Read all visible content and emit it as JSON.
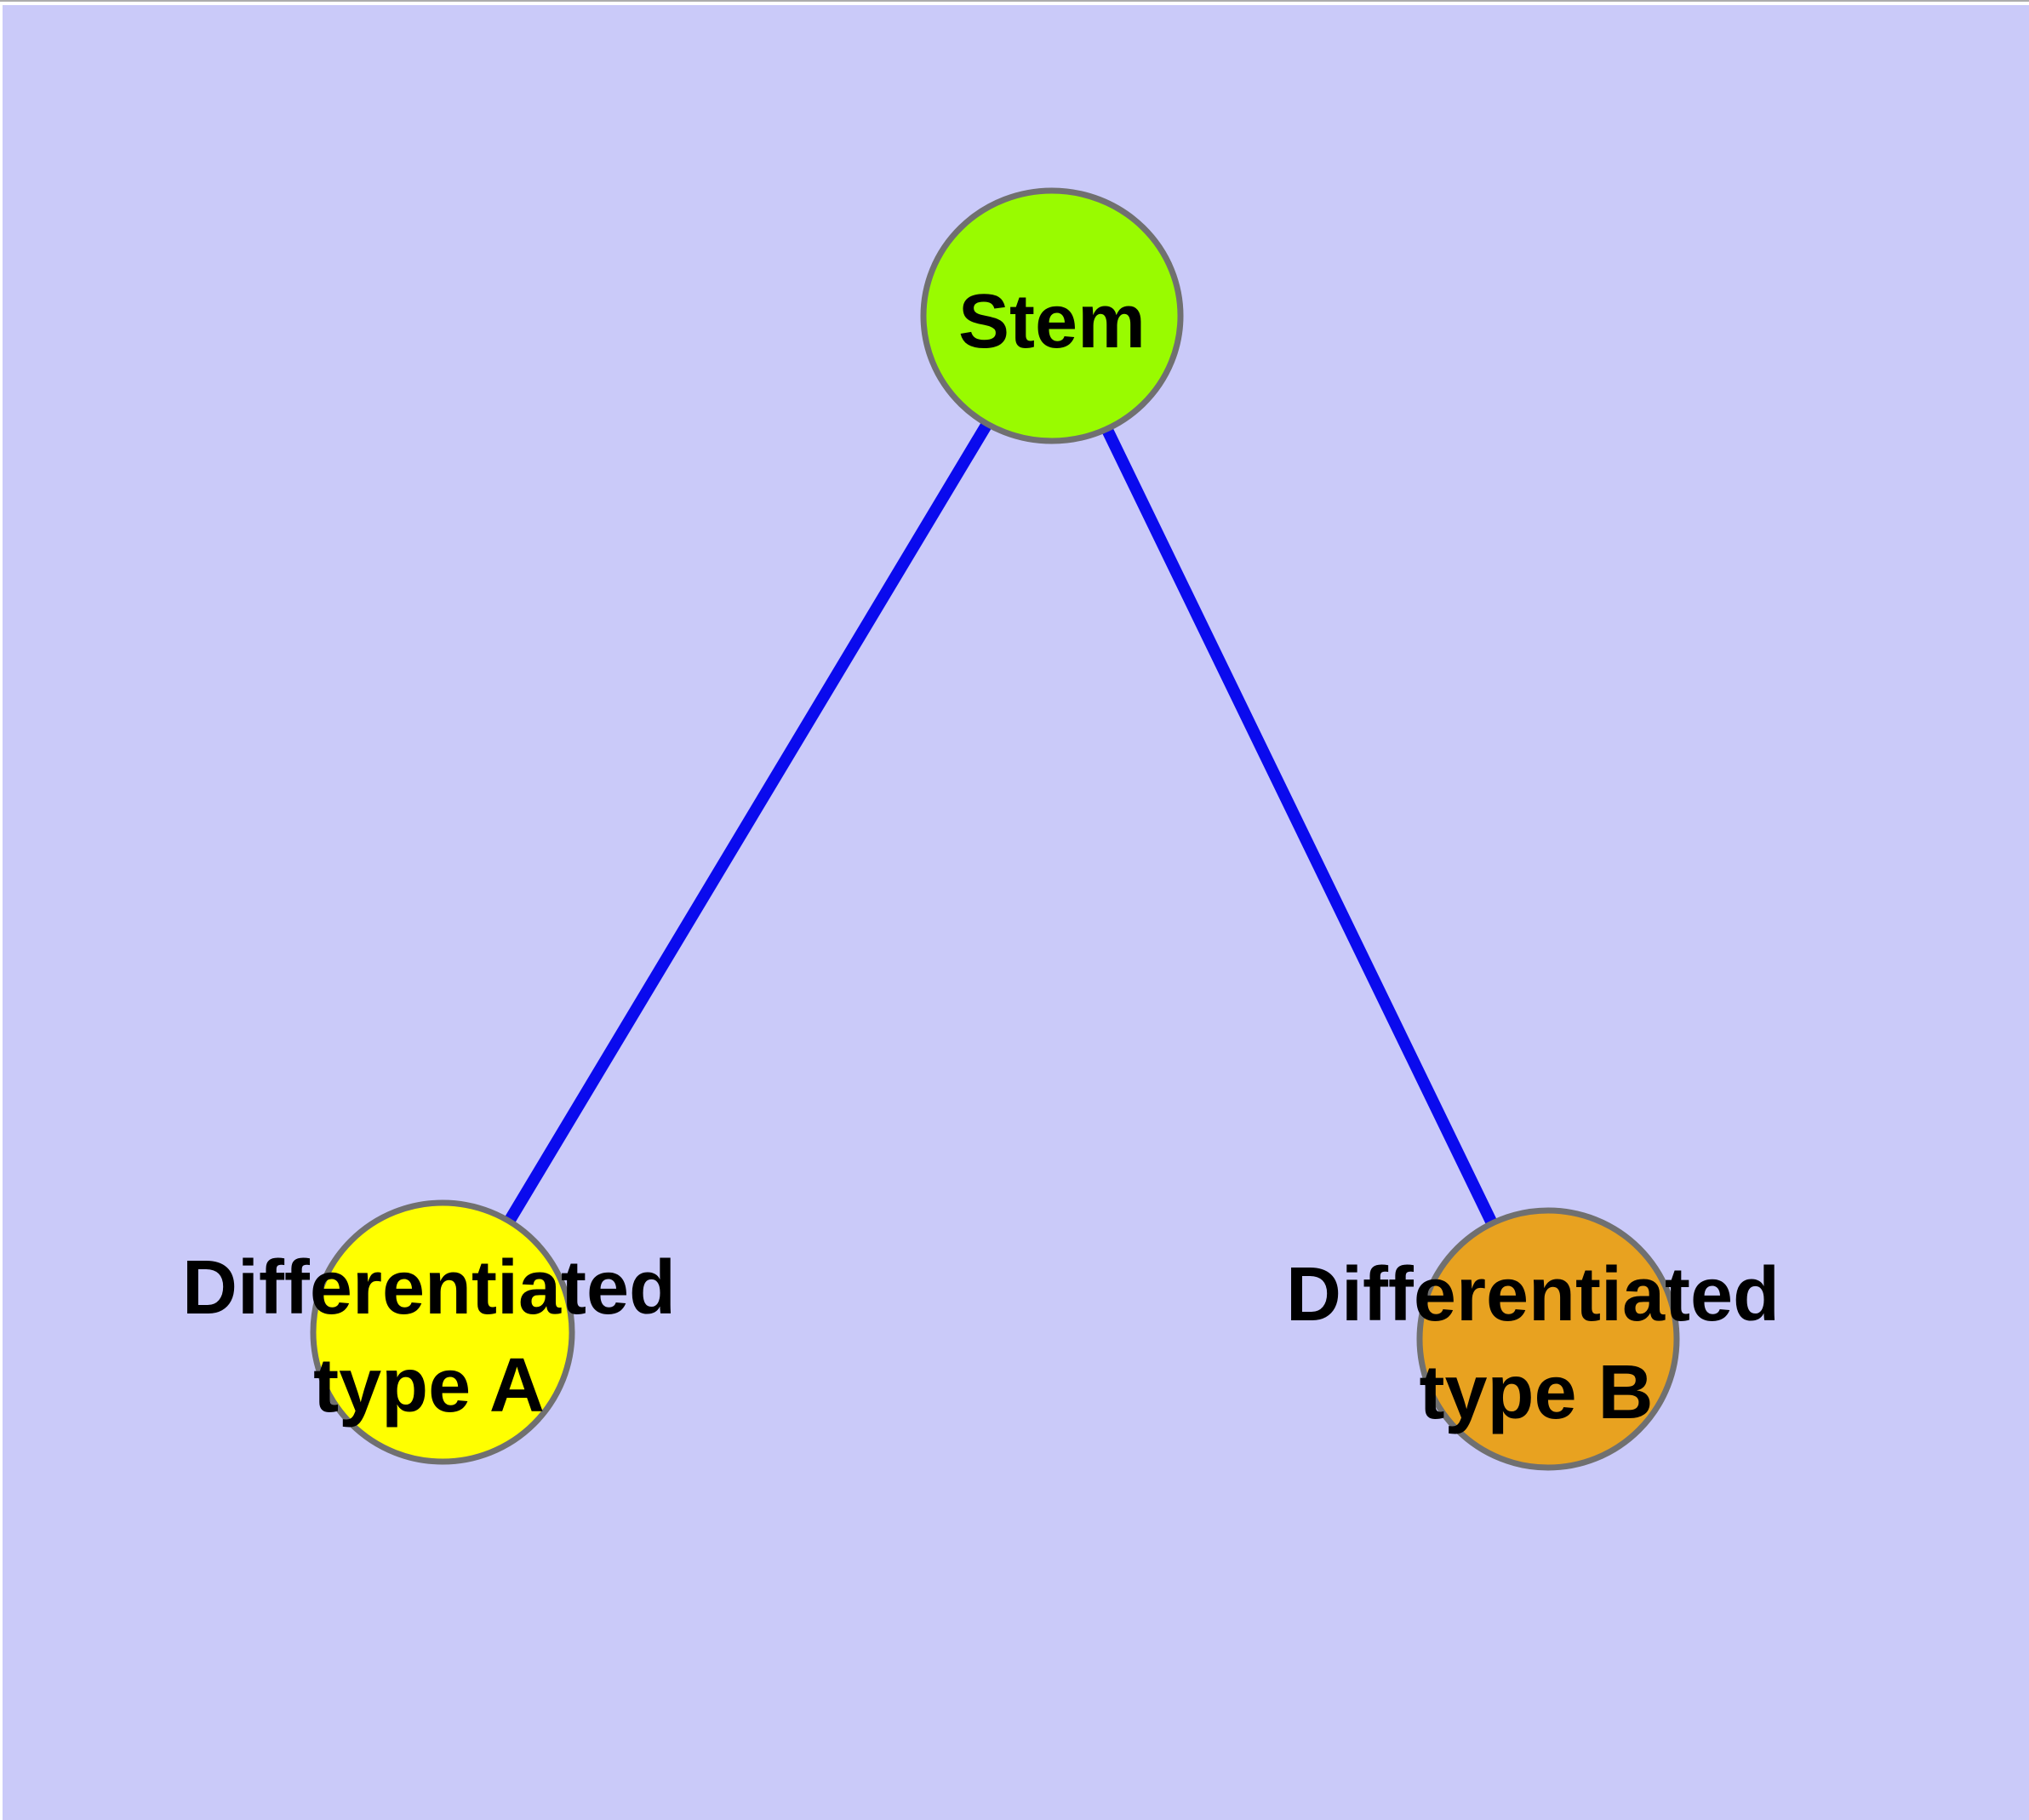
{
  "canvas": {
    "margin_color": "#ffffff",
    "top_hairline_color": "#acacac",
    "panel_color": "#cacaf9"
  },
  "diagram": {
    "type": "node-link-graph",
    "description": "Stem cell differentiation graph: a stem node connected to two differentiated cell-type nodes",
    "edge_color": "#0a0aee",
    "node_border_color": "#707070",
    "label_color": "#000000",
    "nodes": [
      {
        "id": "stem",
        "label": "Stem",
        "label_line1": "Stem",
        "label_line2": "",
        "fill": "#99fb00"
      },
      {
        "id": "type-a",
        "label": "Differentiated type A",
        "label_line1": "Differentiated",
        "label_line2": "type A",
        "fill": "#ffff00"
      },
      {
        "id": "type-b",
        "label": "Differentiated type B",
        "label_line1": "Differentiated",
        "label_line2": "type B",
        "fill": "#e8a220"
      }
    ],
    "edges": [
      {
        "from": "Stem",
        "to": "Differentiated type A"
      },
      {
        "from": "Stem",
        "to": "Differentiated type B"
      }
    ]
  }
}
